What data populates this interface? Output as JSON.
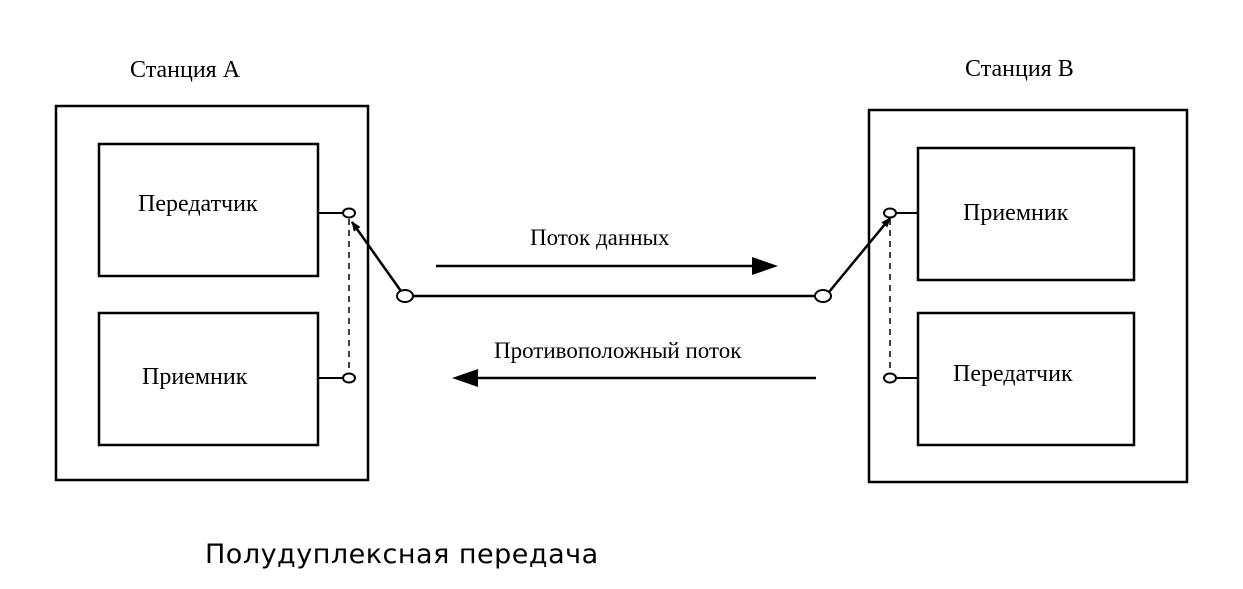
{
  "station_a": {
    "title": "Станция А",
    "top_box": "Передатчик",
    "bottom_box": "Приемник"
  },
  "station_b": {
    "title": "Станция В",
    "top_box": "Приемник",
    "bottom_box": "Передатчик"
  },
  "flows": {
    "forward": "Поток данных",
    "reverse": "Противоположный поток"
  },
  "caption": "Полудуплексная передача"
}
